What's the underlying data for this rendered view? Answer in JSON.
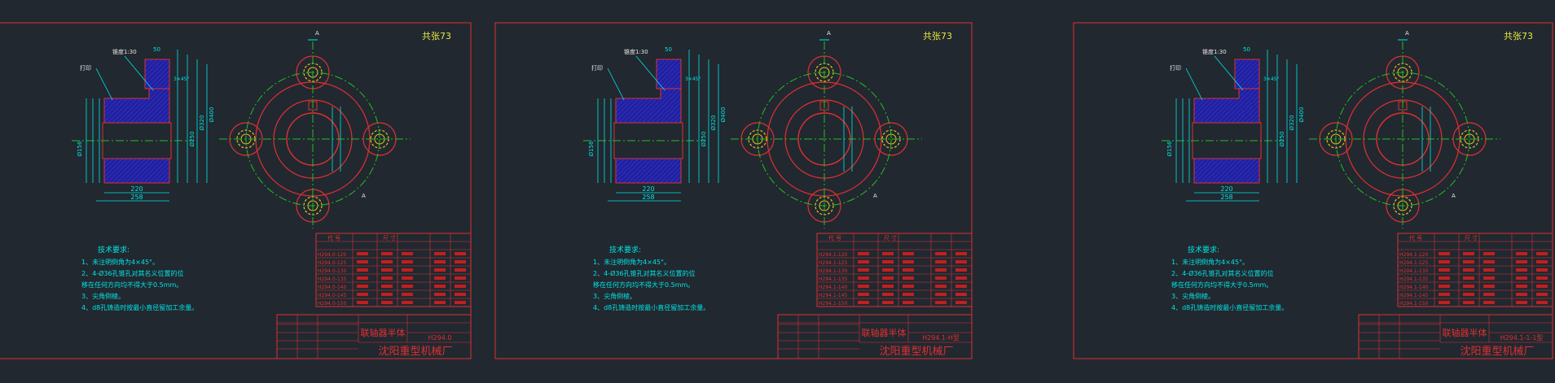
{
  "sheets": [
    {
      "count_note": "共张73",
      "label_taper": "锥度1:30",
      "label_stamp": "打印",
      "tech_title": "技术要求:",
      "tech_lines": [
        "1、未注明倒角为4×45°。",
        "2、4-Ø36孔锥孔对其名义位置的位",
        "移在任何方向均不得大于0.5mm。",
        "3、尖角倒棱。",
        "4、d8孔铸造时按最小直径留加工余量。"
      ],
      "title_part_name": "联轴器半体",
      "title_code": "H294.0",
      "title_company": "沈阳重型机械厂",
      "table_header": [
        "代 号",
        "尺 寸"
      ],
      "table_rows": [
        "H294.0-120",
        "H294.0-125",
        "H294.0-130",
        "H294.0-135",
        "H294.0-140",
        "H294.0-145",
        "H294.0-150"
      ]
    },
    {
      "count_note": "共张73",
      "label_taper": "锥度1:30",
      "label_stamp": "打印",
      "tech_title": "技术要求:",
      "tech_lines": [
        "1、未注明倒角为4×45°。",
        "2、4-Ø36孔锥孔对其名义位置的位",
        "移在任何方向均不得大于0.5mm。",
        "3、尖角倒棱。",
        "4、d8孔铸造时按最小直径留加工余量。"
      ],
      "title_part_name": "联轴器半体",
      "title_code": "H294.1-H型",
      "title_company": "沈阳重型机械厂",
      "table_header": [
        "代 号",
        "尺 寸"
      ],
      "table_rows": [
        "H294.1-120",
        "H294.1-125",
        "H294.1-130",
        "H294.1-135",
        "H294.1-140",
        "H294.1-145",
        "H294.1-150"
      ]
    },
    {
      "count_note": "共张73",
      "label_taper": "锥度1:30",
      "label_stamp": "打印",
      "tech_title": "技术要求:",
      "tech_lines": [
        "1、未注明倒角为4×45°。",
        "2、4-Ø36孔锥孔对其名义位置的位",
        "移在任何方向均不得大于0.5mm。",
        "3、尖角倒棱。",
        "4、d8孔铸造时按最小直径留加工余量。"
      ],
      "title_part_name": "联轴器半体",
      "title_code": "H294.1-1-1型",
      "title_company": "沈阳重型机械厂",
      "table_header": [
        "代 号",
        "尺 寸"
      ],
      "table_rows": [
        "H294.1-120",
        "H294.1-125",
        "H294.1-130",
        "H294.1-135",
        "H294.1-140",
        "H294.1-145",
        "H294.1-150"
      ]
    }
  ],
  "dims": {
    "len_220": "220",
    "len_258": "258",
    "dia_400": "Ø400",
    "dia_320": "Ø320",
    "dia_250": "Ø250",
    "dia_156": "Ø156",
    "chamfer": "3×45°",
    "dim_50": "50",
    "axis_label_a": "A"
  },
  "colors": {
    "frame": "#e03030",
    "dimension": "#00e5e5",
    "centerline": "#20c020",
    "hatch": "#2020a0",
    "hole": "#e8c020"
  }
}
